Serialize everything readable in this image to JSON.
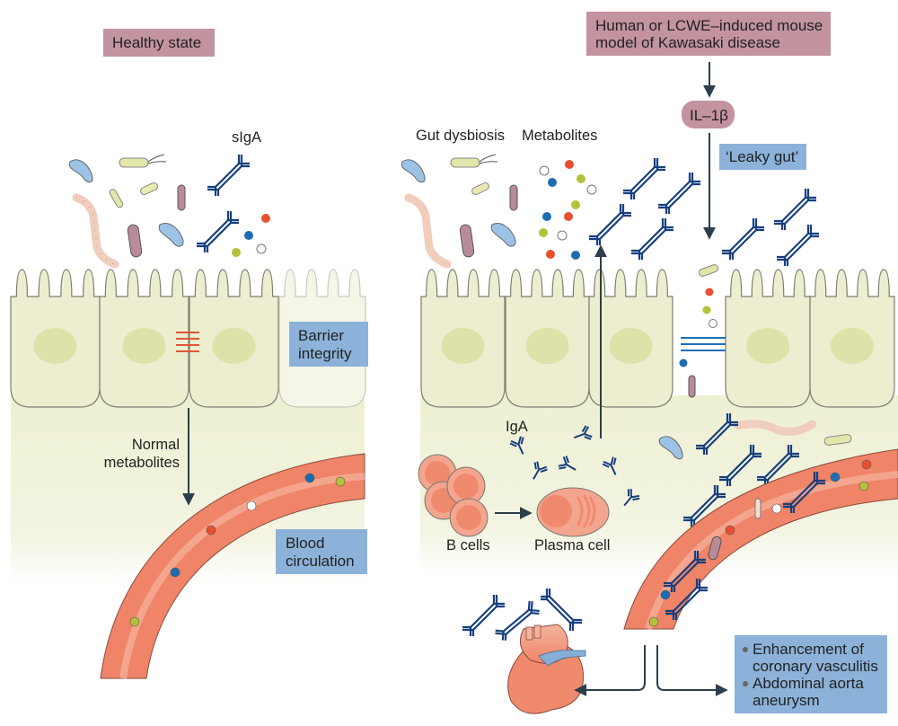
{
  "colors": {
    "pink_box": "#c3939f",
    "blue_box": "#8cb2d9",
    "tissue": "#eef0d2",
    "cell_fill": "#eceecf",
    "nucleus": "#dde2a8",
    "vessel": "#ef8468",
    "vessel_light": "#f6b39e",
    "antibody": "#173f7f",
    "arrow": "#2d3e4c",
    "junction_healthy": "#e0553a",
    "junction_leaky": "#1f6fb5",
    "dot_red": "#e8502f",
    "dot_blue": "#1b6db3",
    "dot_green": "#b3c23a",
    "dot_white": "#ffffff"
  },
  "left_panel": {
    "title": "Healthy state",
    "sIgA_label": "sIgA",
    "barrier_label_line1": "Barrier",
    "barrier_label_line2": "integrity",
    "metabolites_line1": "Normal",
    "metabolites_line2": "metabolites",
    "blood_line1": "Blood",
    "blood_line2": "circulation"
  },
  "right_panel": {
    "title_line1": "Human or LCWE–induced  mouse",
    "title_line2": "model of Kawasaki disease",
    "il1b_label": "IL–1β",
    "leaky_gut_label": "‘Leaky gut’",
    "dysbiosis_label": "Gut dysbiosis",
    "metabolites_label": "Metabolites",
    "iga_label": "IgA",
    "bcells_label": "B cells",
    "plasma_label": "Plasma cell",
    "outcomes": [
      {
        "line1": "Enhancement of",
        "line2": "coronary vasculitis"
      },
      {
        "line1": "Abdominal aorta",
        "line2": "aneurysm"
      }
    ]
  }
}
